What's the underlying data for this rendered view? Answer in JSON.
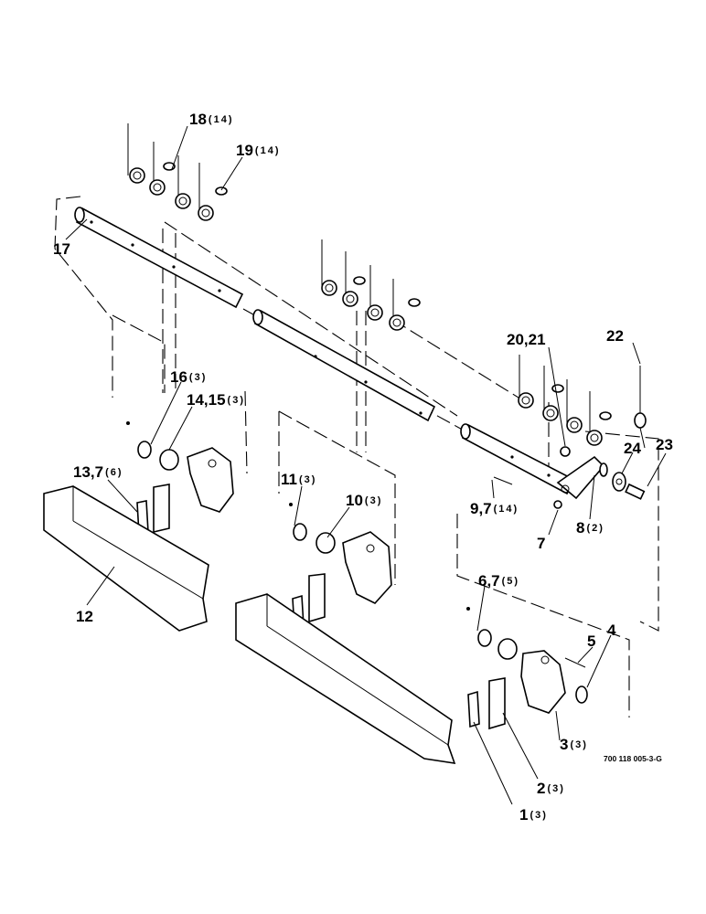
{
  "figure_ref": "700 118 005-3-G",
  "callouts": [
    {
      "id": "c18",
      "num": "18",
      "qty": "(14)"
    },
    {
      "id": "c19",
      "num": "19",
      "qty": "(14)"
    },
    {
      "id": "c17",
      "num": "17",
      "qty": ""
    },
    {
      "id": "c22",
      "num": "22",
      "qty": ""
    },
    {
      "id": "c20-21",
      "num": "20,21",
      "qty": ""
    },
    {
      "id": "c16",
      "num": "16",
      "qty": "(3)"
    },
    {
      "id": "c14-15",
      "num": "14,15",
      "qty": "(3)"
    },
    {
      "id": "c13-7",
      "num": "13,7",
      "qty": "(6)"
    },
    {
      "id": "c11",
      "num": "11",
      "qty": "(3)"
    },
    {
      "id": "c10",
      "num": "10",
      "qty": "(3)"
    },
    {
      "id": "c24",
      "num": "24",
      "qty": ""
    },
    {
      "id": "c23",
      "num": "23",
      "qty": ""
    },
    {
      "id": "c9-7",
      "num": "9,7",
      "qty": "(14)"
    },
    {
      "id": "c8",
      "num": "8",
      "qty": "(2)"
    },
    {
      "id": "c7",
      "num": "7",
      "qty": ""
    },
    {
      "id": "c12",
      "num": "12",
      "qty": ""
    },
    {
      "id": "c6-7",
      "num": "6,7",
      "qty": "(5)"
    },
    {
      "id": "c5",
      "num": "5",
      "qty": ""
    },
    {
      "id": "c4",
      "num": "4",
      "qty": ""
    },
    {
      "id": "c3",
      "num": "3",
      "qty": "(3)"
    },
    {
      "id": "c2",
      "num": "2",
      "qty": "(3)"
    },
    {
      "id": "c1",
      "num": "1",
      "qty": "(3)"
    }
  ]
}
